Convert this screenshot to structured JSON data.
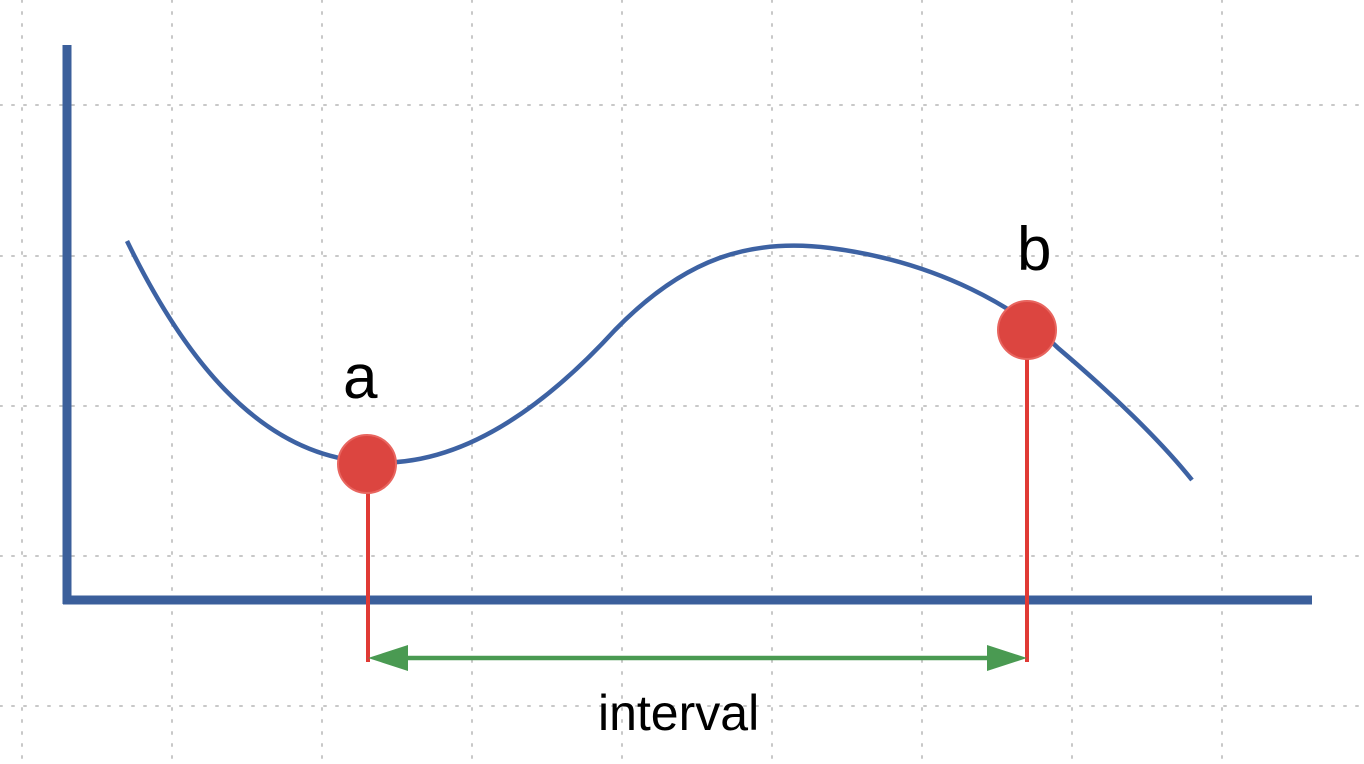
{
  "labels": {
    "point_a": "a",
    "point_b": "b",
    "interval": "interval"
  },
  "colors": {
    "axis": "#3b5f9b",
    "curve": "#3d62a3",
    "points": "#dc4540",
    "drop_lines": "#e03a35",
    "interval_arrow": "#4a9a52",
    "grid": "#c8c8c8"
  }
}
